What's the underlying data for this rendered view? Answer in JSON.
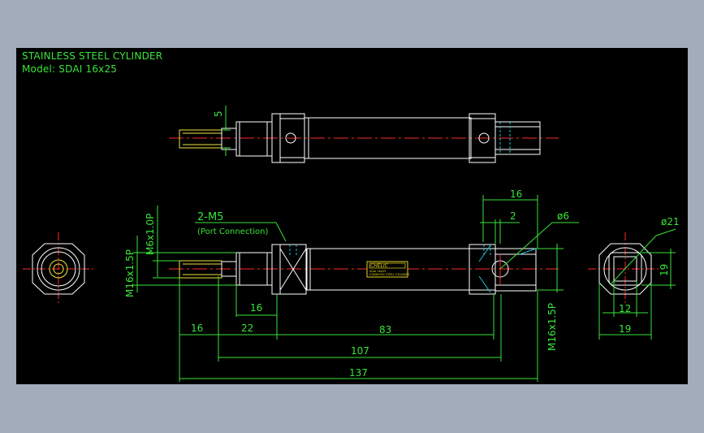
{
  "title": {
    "line1": "STAINLESS STEEL CYLINDER",
    "line2": "Model: SDAI 16x25"
  },
  "colors": {
    "background_outer": "#a3acbb",
    "viewport": "#000000",
    "outline": "#ffffff",
    "dimension": "#39e439",
    "centerline": "#ff2a2a",
    "hidden": "#19c6d6",
    "rod": "#f2e23a",
    "label_plate": "#e6d21f"
  },
  "dimensions": {
    "top_view_thread_height": "5",
    "port_label": "2-M5",
    "port_note": "(Port Connection)",
    "rod_thread": "M6x1.0P",
    "body_thread_left": "M16x1.5P",
    "body_thread_right": "M16x1.5P",
    "nose_length": "16",
    "rod_extension": "16",
    "head_length": "22",
    "barrel_length": "83",
    "overall_no_rod": "107",
    "overall_total": "137",
    "clevis_width": "16",
    "clevis_gap": "2",
    "pin_dia": "ø6",
    "end_dia": "ø21",
    "end_width": "19",
    "end_inner": "12",
    "end_height": "19"
  },
  "label_plate": {
    "brand": "CHELIC",
    "lines": [
      "SDAI 16x25",
      "STAINLESS STEEL CYLINDER"
    ]
  }
}
